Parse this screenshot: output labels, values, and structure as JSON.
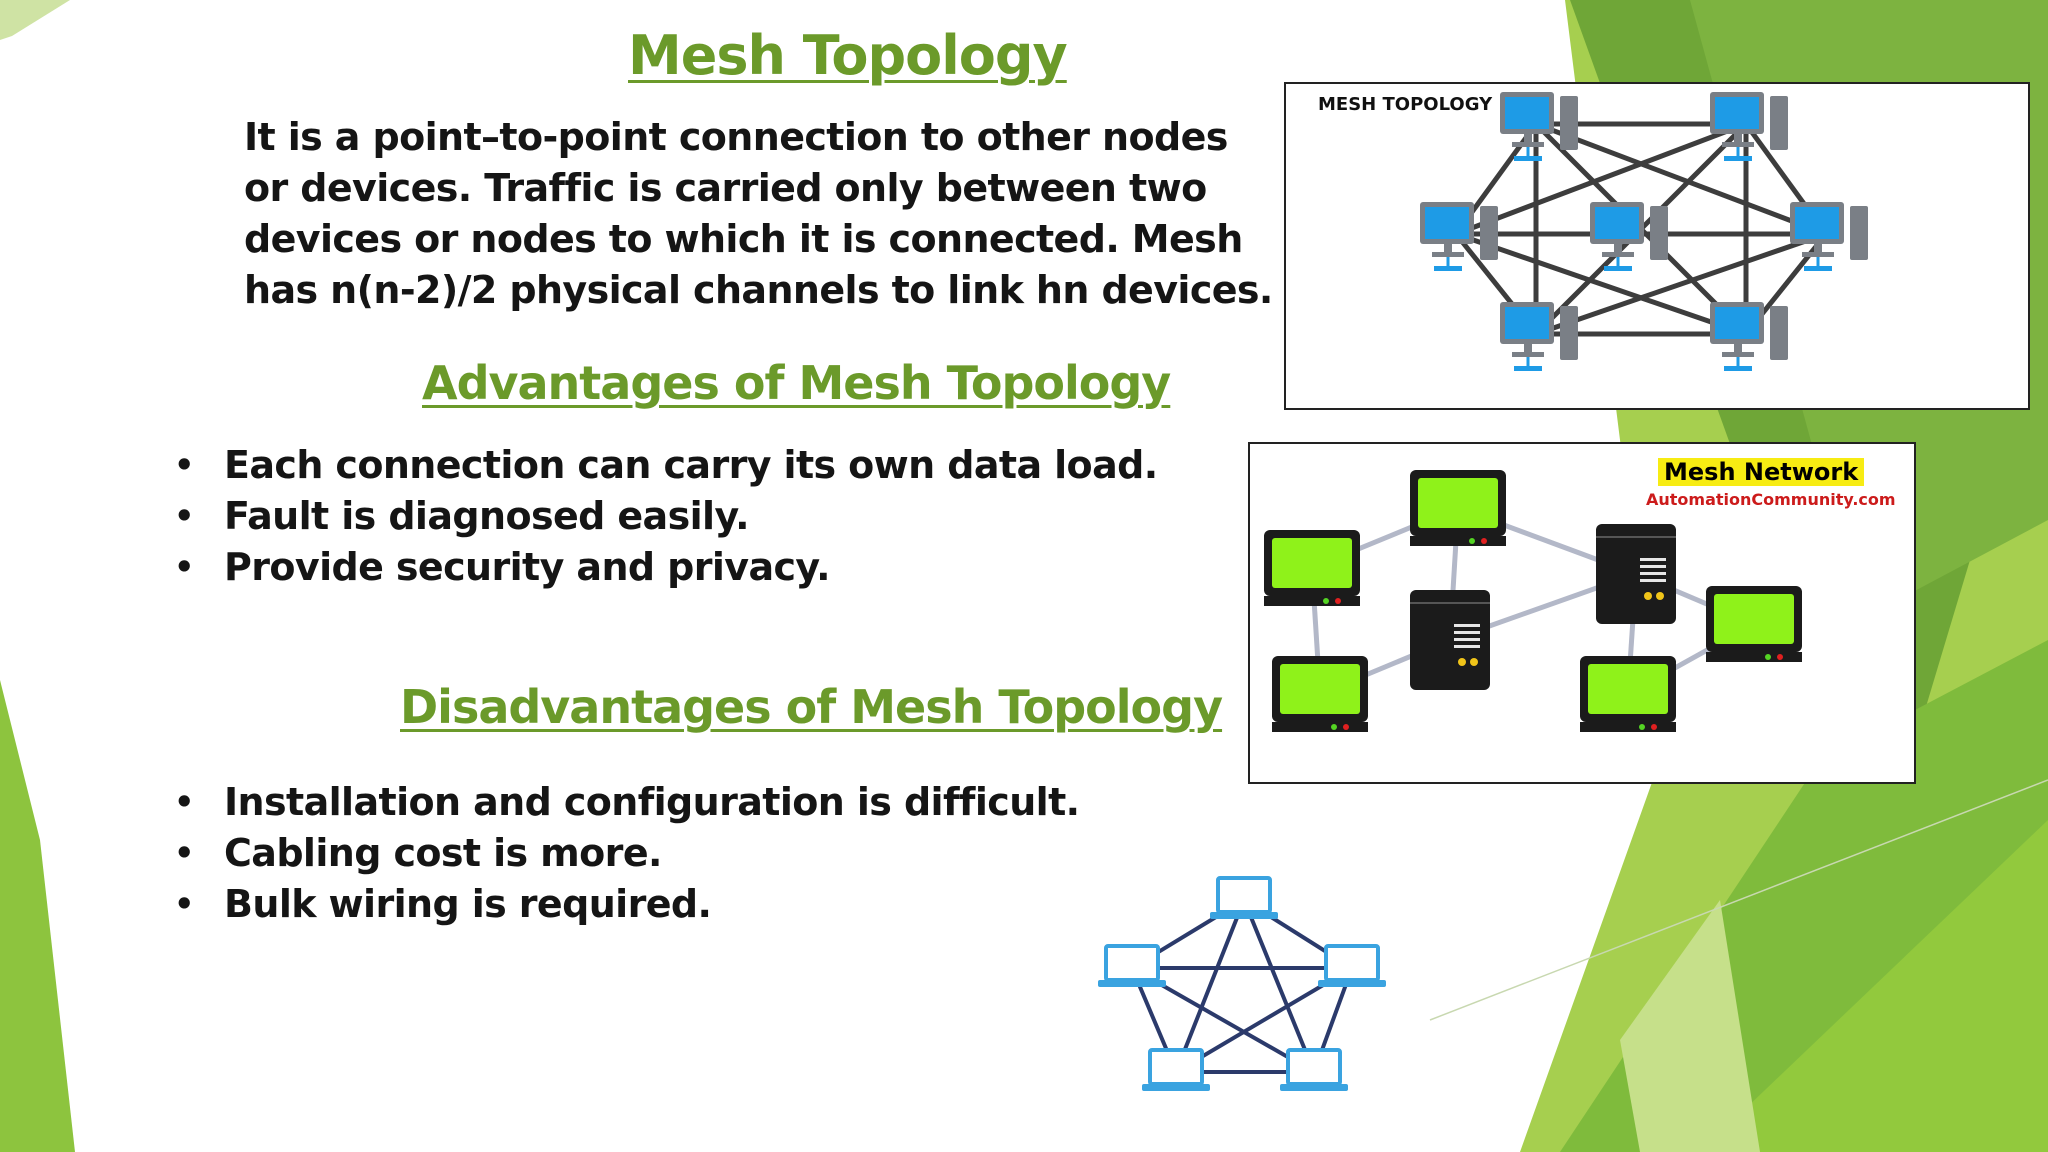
{
  "slide": {
    "title": "Mesh Topology",
    "description": "It is a point–to-point connection to other nodes or devices. Traffic is carried only between two devices or nodes to which it is connected. Mesh has n(n-2)/2 physical channels to link hn devices.",
    "advantages": {
      "heading": "Advantages of Mesh Topology",
      "items": [
        "Each connection can carry its own data load.",
        "Fault is diagnosed easily.",
        "Provide security and privacy."
      ]
    },
    "disadvantages": {
      "heading": "Disadvantages of Mesh Topology",
      "items": [
        "Installation and configuration is difficult.",
        "Cabling cost is more.",
        "Bulk wiring is required."
      ]
    }
  },
  "figures": {
    "mesh_diagram_1": {
      "label": "MESH TOPOLOGY",
      "node_color": "#1e9be6"
    },
    "mesh_diagram_2": {
      "label": "Mesh Network",
      "sublabel": "AutomationCommunity.com",
      "screen_color": "#8ff21a"
    },
    "mesh_diagram_3": {
      "node_color": "#3aa3e0",
      "link_color": "#2b3a6b"
    }
  },
  "theme": {
    "accent": "#6b9a2a",
    "green_light": "#a6cf4f",
    "green_dark": "#6fa637"
  }
}
